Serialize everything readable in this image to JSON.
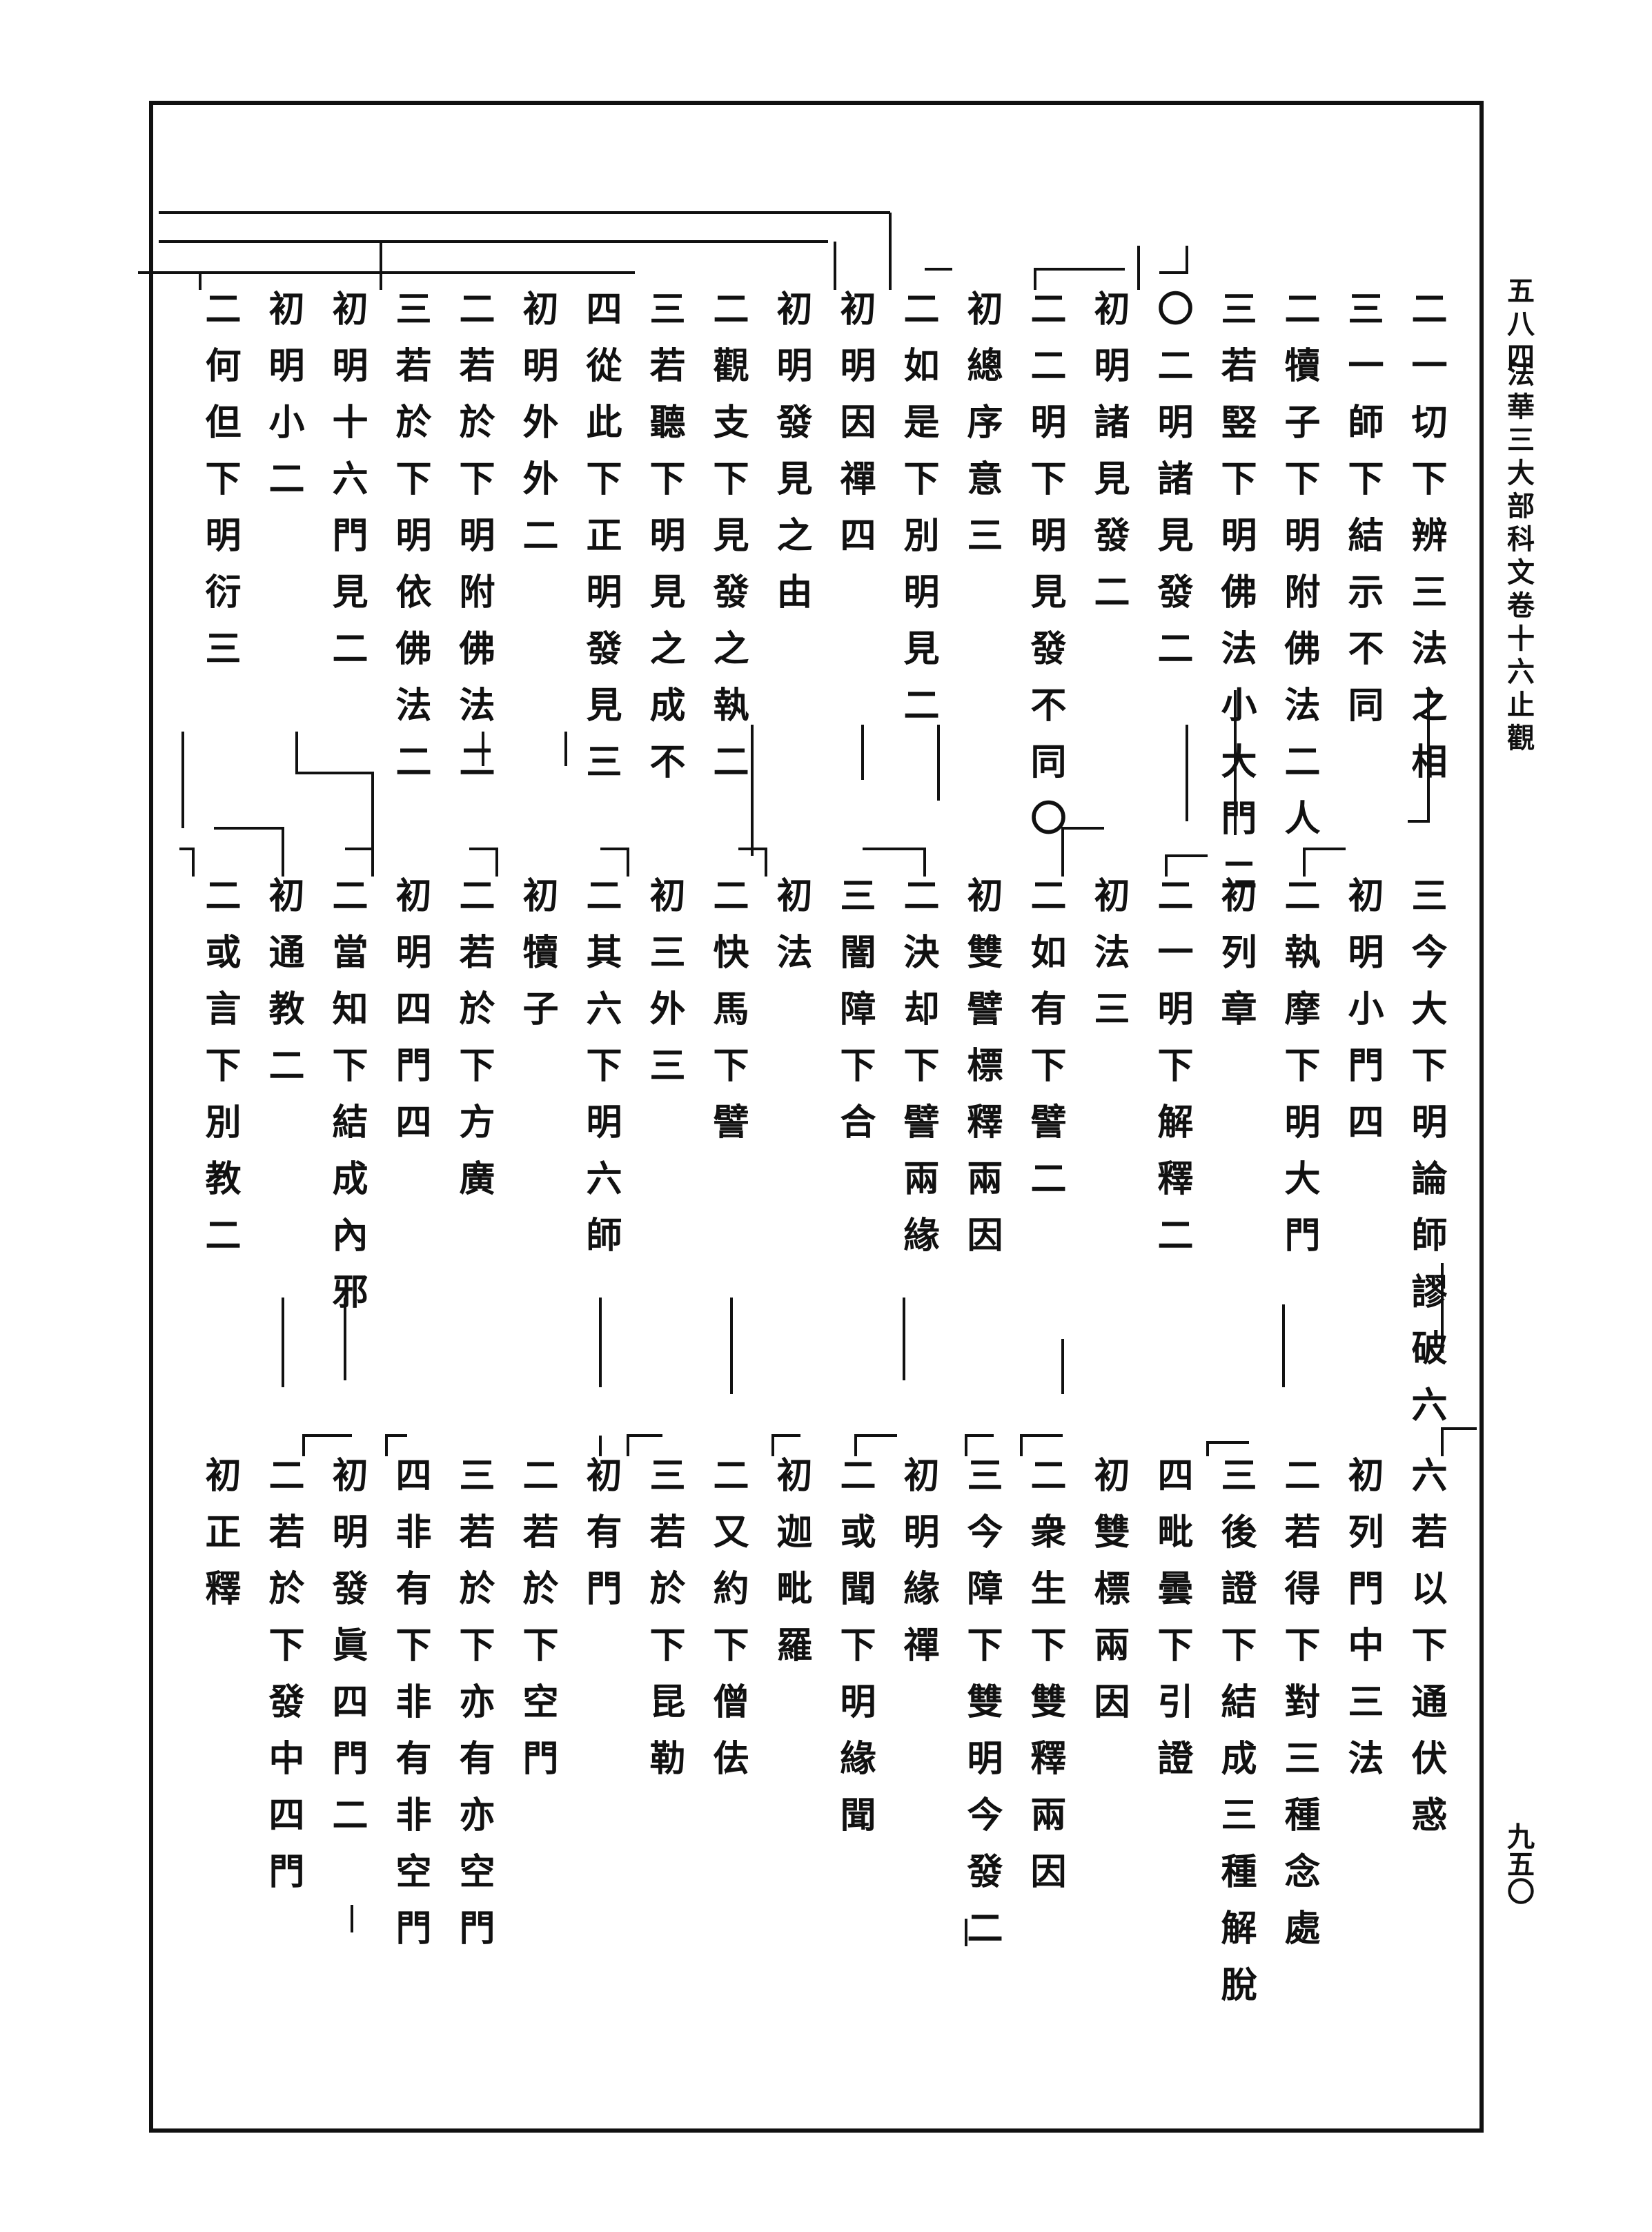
{
  "header": {
    "vol_page": "五八四",
    "title": "法華三大部科文卷十六止觀"
  },
  "page_number": "九五〇",
  "tiers": [
    {
      "entries": [
        {
          "text": "二一切下辨三法之相"
        },
        {
          "text": "三一師下結示不同"
        },
        {
          "text": "二犢子下明附佛法二人"
        },
        {
          "text": "三若竪下明佛法小大門二"
        },
        {
          "text": "〇二明諸見發二"
        },
        {
          "text": "初明諸見發二"
        },
        {
          "text": "二二明下明見發不同〇"
        },
        {
          "text": "初總序意三"
        },
        {
          "text": "二如是下別明見二"
        },
        {
          "text": "初明因禪四"
        },
        {
          "text": "初明發見之由"
        },
        {
          "text": "二觀支下見發之執二"
        },
        {
          "text": "三若聽下明見之成不"
        },
        {
          "text": "四從此下正明發見三"
        },
        {
          "text": "初明外外二"
        },
        {
          "text": "二若於下明附佛法二"
        },
        {
          "text": "三若於下明依佛法二"
        },
        {
          "text": "初明十六門見二"
        },
        {
          "text": "初明小二"
        },
        {
          "text": "二何但下明衍三"
        }
      ]
    },
    {
      "entries": [
        {
          "text": "三今大下明論師謬破六"
        },
        {
          "text": "初明小門四"
        },
        {
          "text": "二執摩下明大門"
        },
        {
          "text": "初列章"
        },
        {
          "text": "二一明下解釋二"
        },
        {
          "text": "初法三"
        },
        {
          "text": "二如有下譬二"
        },
        {
          "text": "初雙譬標釋兩因"
        },
        {
          "text": "二決却下譬兩緣"
        },
        {
          "text": "三闇障下合"
        },
        {
          "text": "初法"
        },
        {
          "text": "二快馬下譬"
        },
        {
          "text": "初三外三"
        },
        {
          "text": "二其六下明六師"
        },
        {
          "text": "初犢子"
        },
        {
          "text": "二若於下方廣"
        },
        {
          "text": "初明四門四"
        },
        {
          "text": "二當知下結成內邪"
        },
        {
          "text": "初通教二"
        },
        {
          "text": "二或言下別教二"
        }
      ]
    },
    {
      "entries": [
        {
          "text": "六若以下通伏惑"
        },
        {
          "text": "初列門中三法"
        },
        {
          "text": "二若得下對三種念處"
        },
        {
          "text": "三後證下結成三種解脫"
        },
        {
          "text": "四毗曇下引證"
        },
        {
          "text": "初雙標兩因"
        },
        {
          "text": "二衆生下雙釋兩因"
        },
        {
          "text": "三今障下雙明今發二"
        },
        {
          "text": "初明緣禪"
        },
        {
          "text": "二或聞下明緣聞"
        },
        {
          "text": "初迦毗羅"
        },
        {
          "text": "二又約下僧佉"
        },
        {
          "text": "三若於下昆勒"
        },
        {
          "text": "初有門"
        },
        {
          "text": "二若於下空門"
        },
        {
          "text": "三若於下亦有亦空門"
        },
        {
          "text": "四非有下非有非空門"
        },
        {
          "text": "初明發眞四門二"
        },
        {
          "text": "二若於下發中四門"
        },
        {
          "text": "初正釋"
        }
      ]
    }
  ]
}
